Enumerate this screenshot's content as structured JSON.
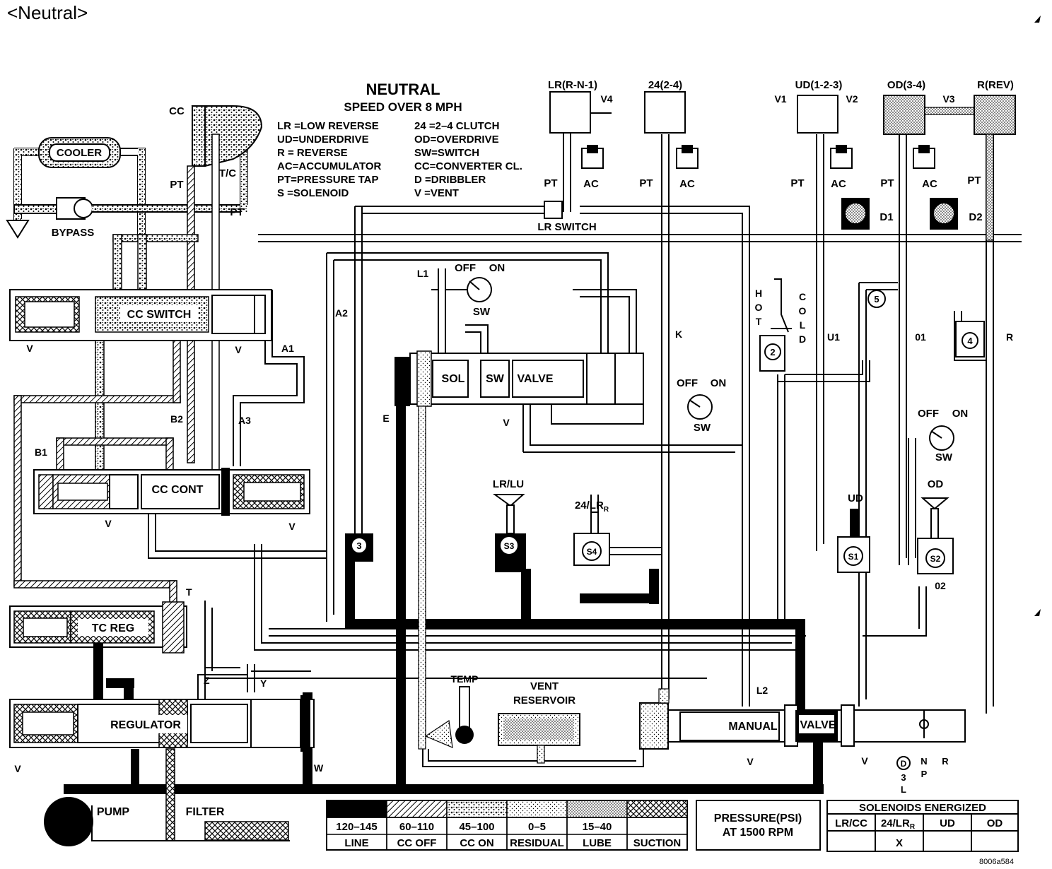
{
  "page_heading": "<Neutral>",
  "figure_id": "8006a584",
  "diagram": {
    "title": "NEUTRAL",
    "subtitle": "SPEED OVER 8 MPH",
    "abbreviations": [
      {
        "text": "LR =LOW REVERSE"
      },
      {
        "text": "24 =2–4 CLUTCH"
      },
      {
        "text": "UD=UNDERDRIVE"
      },
      {
        "text": "OD=OVERDRIVE"
      },
      {
        "text": "R  = REVERSE"
      },
      {
        "text": "SW=SWITCH"
      },
      {
        "text": "AC=ACCUMULATOR"
      },
      {
        "text": "CC=CONVERTER CL."
      },
      {
        "text": "PT=PRESSURE TAP"
      },
      {
        "text": "D  =DRIBBLER"
      },
      {
        "text": "S  =SOLENOID"
      },
      {
        "text": "V  =VENT"
      }
    ],
    "clutches": {
      "lr": "LR(R-N-1)",
      "c24": "24(2-4)",
      "ud": "UD(1-2-3)",
      "od": "OD(3-4)",
      "rev": "R(REV)"
    },
    "labels": {
      "cooler": "COOLER",
      "bypass": "BYPASS",
      "cc": "CC",
      "tc": "T/C",
      "pt": "PT",
      "ac": "AC",
      "v4": "V4",
      "v1": "V1",
      "v2": "V2",
      "v3": "V3",
      "d1": "D1",
      "d2": "D2",
      "lr_switch": "LR SWITCH",
      "cc_switch": "CC SWITCH",
      "cc_cont": "CC CONT",
      "tc_reg": "TC REG",
      "regulator": "REGULATOR",
      "pump": "PUMP",
      "filter": "FILTER",
      "temp": "TEMP",
      "vent_reservoir_1": "VENT",
      "vent_reservoir_2": "RESERVOIR",
      "manual": "MANUAL",
      "valve": "VALVE",
      "sol": "SOL",
      "sw": "SW",
      "off": "OFF",
      "on": "ON",
      "hot": "HOT",
      "cold": "COLD",
      "v": "V",
      "a1": "A1",
      "a2": "A2",
      "a3": "A3",
      "b1": "B1",
      "b2": "B2",
      "e": "E",
      "k": "K",
      "l1": "L1",
      "l2": "L2",
      "u1": "U1",
      "o1": "01",
      "o2": "02",
      "r": "R",
      "t": "T",
      "w": "W",
      "y": "Y",
      "z": "Z",
      "ud": "UD",
      "od": "OD",
      "lr_lu": "LR/LU",
      "s24_lr": "24/LR",
      "sub_r": "R",
      "s1": "S1",
      "s2": "S2",
      "s3": "S3",
      "s4": "S4",
      "n2": "2",
      "n3": "3",
      "n4": "4",
      "n5": "5",
      "sel_d": "D",
      "sel_3": "3",
      "sel_l": "L",
      "sel_n": "N",
      "sel_p": "P",
      "sel_r": "R"
    }
  },
  "pressure_legend": {
    "title_line1": "PRESSURE(PSI)",
    "title_line2": "AT 1500 RPM",
    "items": [
      {
        "range": "120–145",
        "name": "LINE",
        "pattern": "solid-black"
      },
      {
        "range": "60–110",
        "name": "CC OFF",
        "pattern": "diagonal-hatch"
      },
      {
        "range": "45–100",
        "name": "CC ON",
        "pattern": "coarse-stipple"
      },
      {
        "range": "0–5",
        "name": "RESIDUAL",
        "pattern": "fine-dots"
      },
      {
        "range": "15–40",
        "name": "LUBE",
        "pattern": "dense-dots"
      },
      {
        "range": "",
        "name": "SUCTION",
        "pattern": "cross-hatch"
      }
    ]
  },
  "solenoid_table": {
    "title": "SOLENOIDS ENERGIZED",
    "headers": [
      "LR/CC",
      "24/LR",
      "UD",
      "OD"
    ],
    "header_sub": "R",
    "values": [
      "",
      "X",
      "",
      ""
    ]
  },
  "colors": {
    "ink": "#000000",
    "paper": "#ffffff"
  }
}
